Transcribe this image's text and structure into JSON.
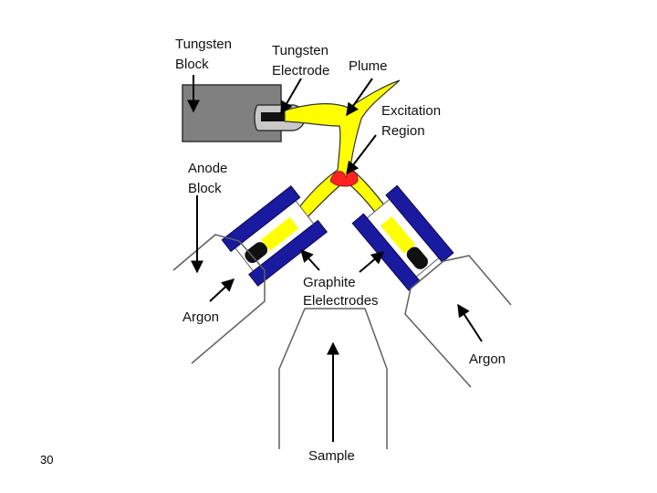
{
  "page_number": "30",
  "labels": {
    "tungsten_block": [
      "Tungsten",
      "Block"
    ],
    "tungsten_electrode": [
      "Tungsten",
      "Electrode"
    ],
    "plume": "Plume",
    "excitation_region": [
      "Excitation",
      "Region"
    ],
    "anode_block": [
      "Anode",
      "Block"
    ],
    "argon_left": "Argon",
    "graphite_electrodes": [
      "Graphite",
      "Elelectrodes"
    ],
    "argon_right": "Argon",
    "sample": "Sample"
  },
  "colors": {
    "tungsten_block": "#808080",
    "plume": "#ffff00",
    "excitation": "#ff2020",
    "graphite_holder": "#1a1aa0",
    "outline": "#606060"
  }
}
